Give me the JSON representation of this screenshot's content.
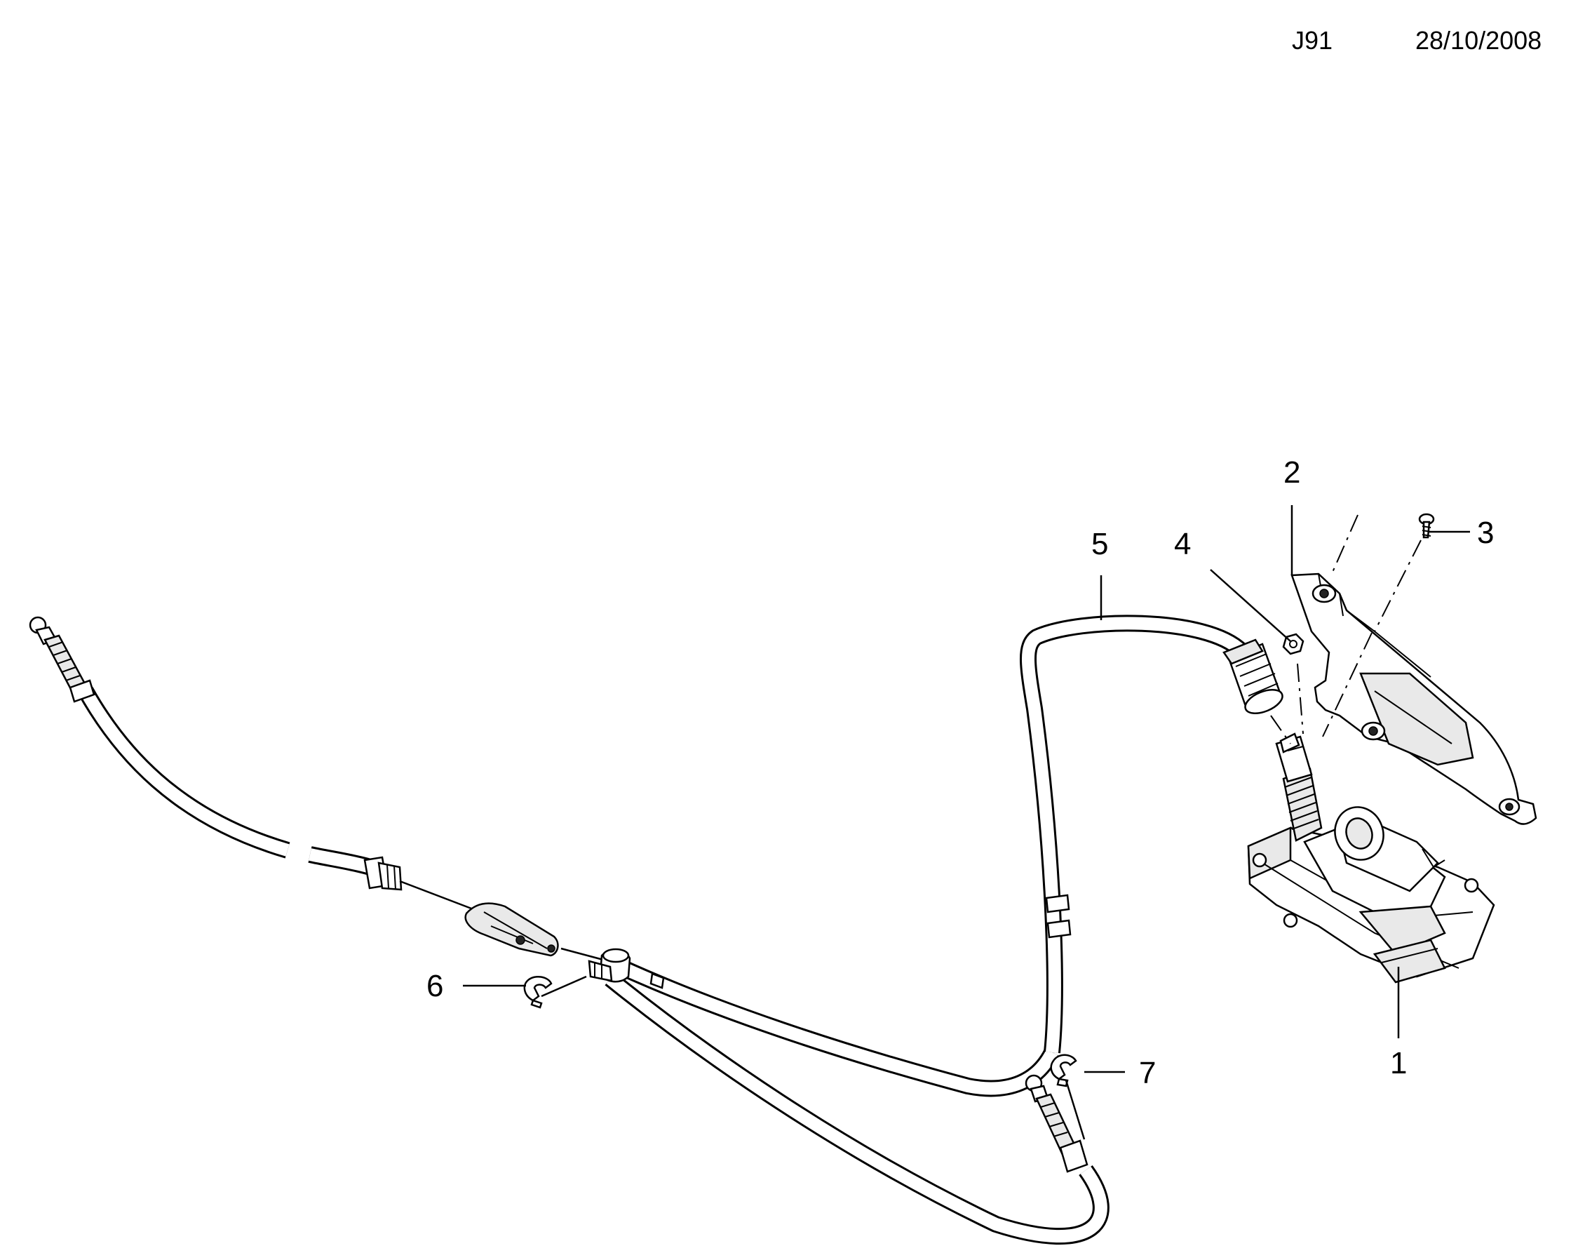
{
  "header": {
    "code": "J91",
    "date": "28/10/2008"
  },
  "callouts": [
    {
      "id": "1",
      "label": "1"
    },
    {
      "id": "2",
      "label": "2"
    },
    {
      "id": "3",
      "label": "3"
    },
    {
      "id": "4",
      "label": "4"
    },
    {
      "id": "5",
      "label": "5"
    },
    {
      "id": "6",
      "label": "6"
    },
    {
      "id": "7",
      "label": "7"
    }
  ],
  "colors": {
    "ink": "#000000",
    "background": "#ffffff"
  }
}
